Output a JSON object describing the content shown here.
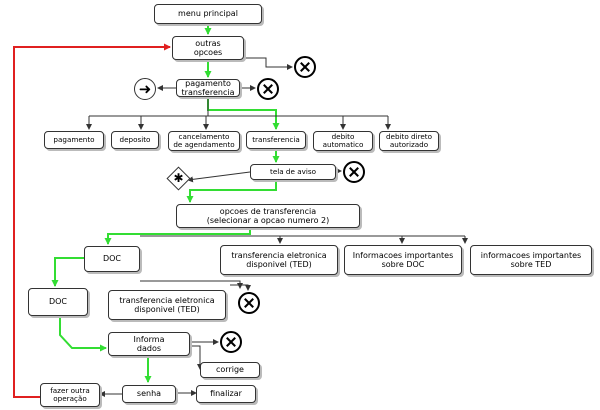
{
  "nodes": {
    "menu_principal": "menu principal",
    "outras_opcoes": "outras\nopcoes",
    "pagamento_transferencia": "pagamento\ntransferencia",
    "pagamento": "pagamento",
    "deposito": "deposito",
    "cancelamento": "cancelamento\nde agendamento",
    "transferencia": "transferencia",
    "debito_automatico": "debito\nautomatico",
    "debito_direto": "debito direto\nautorizado",
    "tela_de_aviso": "tela de aviso",
    "opcoes_transferencia": "opcoes de transferencia\n(selecionar a opcao numero 2)",
    "doc_1": "DOC",
    "ted_disponivel_1": "transferencia eletronica\ndisponivel (TED)",
    "info_doc": "Informacoes importantes\nsobre DOC",
    "info_ted": "informacoes importantes\nsobre TED",
    "doc_2": "DOC",
    "ted_disponivel_2": "transferencia eletronica\ndisponivel (TED)",
    "informa_dados": "Informa\ndados",
    "corrige": "corrige",
    "fazer_outra": "fazer outra\noperação",
    "senha": "senha",
    "finalizar": "finalizar"
  },
  "symbols": {
    "end": "close-circle-icon",
    "go": "arrow-right-icon",
    "star": "asterisk-diamond-icon"
  },
  "colors": {
    "green": "#33dd33",
    "red": "#e02020",
    "dark": "#333333"
  }
}
